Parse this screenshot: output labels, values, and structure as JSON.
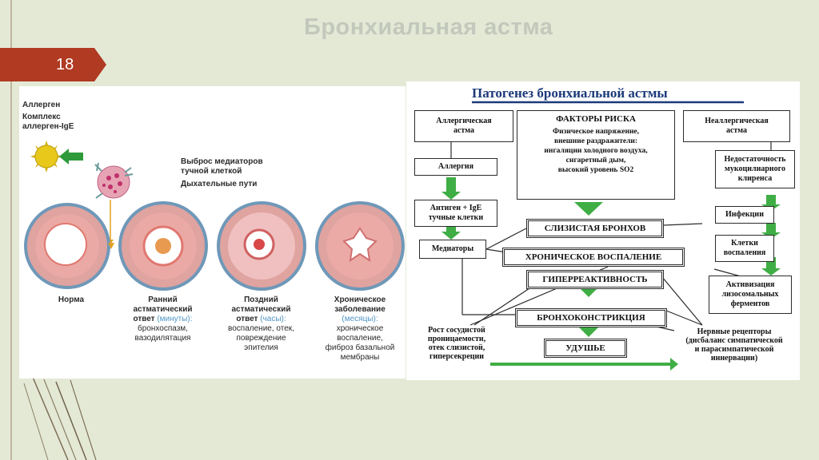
{
  "slide": {
    "title": "Бронхиальная астма",
    "number": "18"
  },
  "left": {
    "allergen": "Аллерген",
    "complex": [
      "Комплекс",
      "аллерген-IgE"
    ],
    "release": [
      "Выброс медиаторов",
      "тучной клеткой"
    ],
    "airways": "Дыхательные пути",
    "stages": [
      {
        "name": [
          "Норма"
        ],
        "accent": "",
        "details": []
      },
      {
        "name": [
          "Ранний",
          "астматический",
          "ответ"
        ],
        "accent": "(минуты):",
        "details": [
          "бронхоспазм,",
          "вазодилятация"
        ]
      },
      {
        "name": [
          "Поздний",
          "астматический",
          "ответ"
        ],
        "accent": "(часы):",
        "details": [
          "воспаление, отек,",
          "повреждение",
          "эпителия"
        ]
      },
      {
        "name": [
          "Хроническое",
          "заболевание"
        ],
        "accent": "(месяцы):",
        "details": [
          "хроническое",
          "воспаление,",
          "фиброз базальной",
          "мембраны"
        ]
      }
    ]
  },
  "right": {
    "title": "Патогенез бронхиальной астмы",
    "allergic": [
      "Аллергическая",
      "астма"
    ],
    "risk_title": "ФАКТОРЫ РИСКА",
    "risk_lines": [
      "Физическое напряжение,",
      "внешние раздражители:",
      "ингаляции холодного воздуха,",
      "сигаретный дым,",
      "высокий уровень SO2"
    ],
    "nonallergic": [
      "Неаллергическая",
      "астма"
    ],
    "allergy": "Аллергия",
    "antigen": [
      "Антиген + IgE",
      "тучные клетки"
    ],
    "mediators": "Медиаторы",
    "mucosa": "СЛИЗИСТАЯ БРОНХОВ",
    "inflammation": "ХРОНИЧЕСКОЕ ВОСПАЛЕНИЕ",
    "hyper": "ГИПЕРРЕАКТИВНОСТЬ",
    "constriction": "БРОНХОКОНСТРИКЦИЯ",
    "suffocation": "УДУШЬЕ",
    "mucociliary": [
      "Недостаточность",
      "мукоцилиарного",
      "клиренса"
    ],
    "infections": "Инфекции",
    "cells": [
      "Клетки",
      "воспаления"
    ],
    "enzymes": [
      "Активизация",
      "лизосомальных",
      "ферментов"
    ],
    "vascular": [
      "Рост сосудистой",
      "проницаемости,",
      "отек слизистой,",
      "гиперсекреции"
    ],
    "nerves": [
      "Нервные рецепторы",
      "(дисбаланс симпатической",
      "и парасимпатической",
      "иннервации)"
    ]
  },
  "colors": {
    "accent_tab": "#b03a22",
    "green": "#3fae45",
    "tissue": "#e59f9a",
    "accent_text": "#4f95c6",
    "title_blue": "#1c3a7a"
  }
}
